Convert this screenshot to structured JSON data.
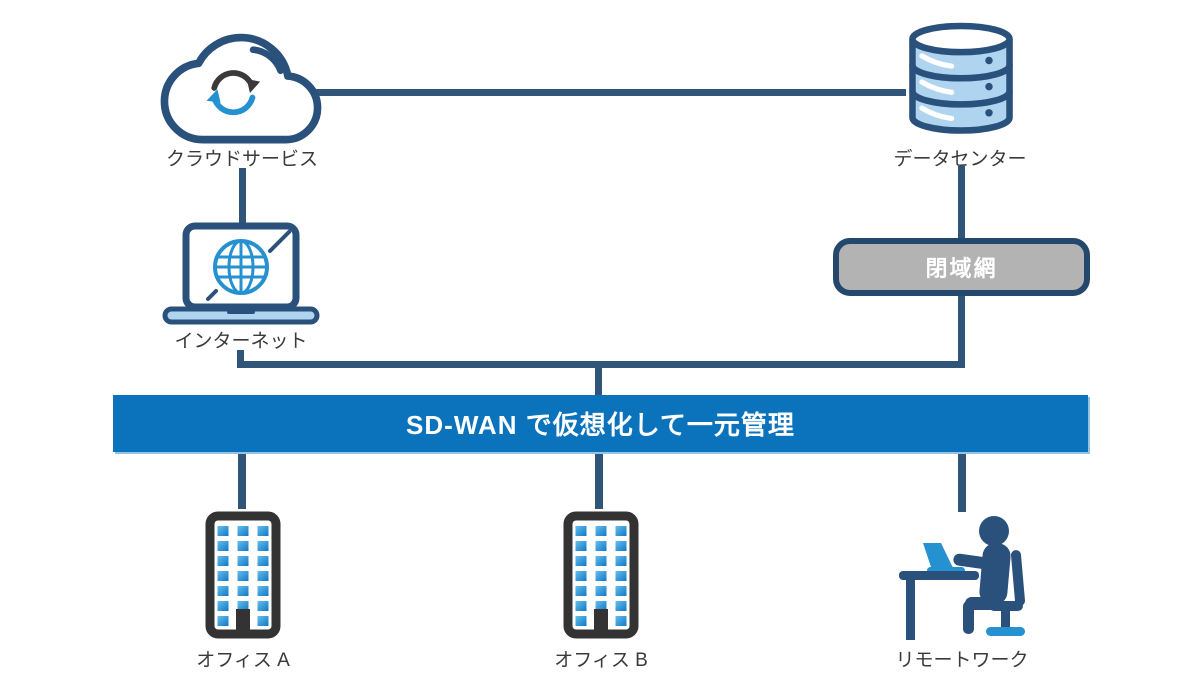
{
  "diagram": {
    "banner": {
      "label": "SD-WAN で仮想化して一元管理"
    },
    "nodes": {
      "cloud": {
        "label": "クラウドサービス",
        "icon": "cloud-sync-icon"
      },
      "datacenter": {
        "label": "データセンター",
        "icon": "database-icon"
      },
      "internet": {
        "label": "インターネット",
        "icon": "laptop-globe-icon"
      },
      "closed_network": {
        "label": "閉域網",
        "icon": "rounded-box"
      },
      "office_a": {
        "label": "オフィス A",
        "icon": "building-icon"
      },
      "office_b": {
        "label": "オフィス B",
        "icon": "building-icon"
      },
      "remote_work": {
        "label": "リモートワーク",
        "icon": "remote-worker-icon"
      }
    },
    "edges": [
      [
        "cloud",
        "datacenter"
      ],
      [
        "cloud",
        "internet"
      ],
      [
        "datacenter",
        "closed_network"
      ],
      [
        "internet",
        "sdwan_banner"
      ],
      [
        "closed_network",
        "sdwan_banner"
      ],
      [
        "sdwan_banner",
        "office_a"
      ],
      [
        "sdwan_banner",
        "office_b"
      ],
      [
        "sdwan_banner",
        "remote_work"
      ]
    ],
    "colors": {
      "background": "#FFFFFF",
      "connector": "#305579",
      "banner": "#0B72BC",
      "banner_text": "#FFFFFF",
      "banner_shadow": "#93C4E6",
      "closed_fill": "#B3B3B3",
      "closed_border": "#24476C",
      "closed_text": "#FFFFFF",
      "icon_navy": "#2A517C",
      "accent_blue": "#2591D0",
      "light_blue": "#AED4F0",
      "window_blue": "#1E8BD0",
      "building_dark": "#333333",
      "label_text": "#3A3A3A",
      "sync_dark": "#3A3A3A"
    }
  }
}
